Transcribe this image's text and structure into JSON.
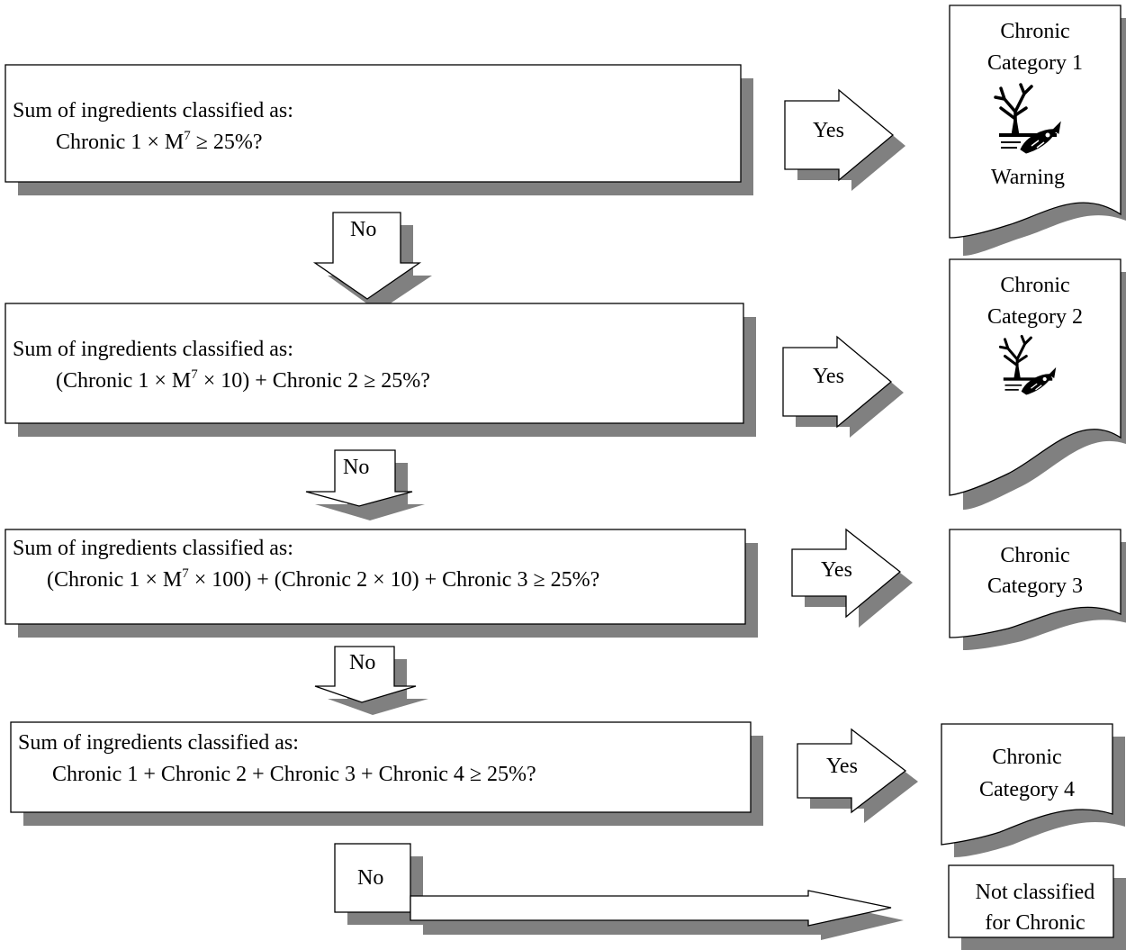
{
  "decision_steps": [
    {
      "prefix": "Sum of ingredients classified as:",
      "expr_a": "Chronic 1 × M",
      "sup": "7",
      "expr_b": " ≥ 25%?",
      "yes_label": "Yes",
      "no_label": "No"
    },
    {
      "prefix": "Sum of ingredients classified as:",
      "expr_a": "(Chronic 1 × M",
      "sup": "7",
      "expr_b": " × 10) + Chronic 2 ≥ 25%?",
      "yes_label": "Yes",
      "no_label": "No"
    },
    {
      "prefix": "Sum of ingredients classified as:",
      "expr_a": "(Chronic 1 × M",
      "sup": "7",
      "expr_b": " × 100) + (Chronic 2 × 10) + Chronic 3 ≥ 25%?",
      "yes_label": "Yes",
      "no_label": "No"
    },
    {
      "prefix": "Sum of ingredients classified as:",
      "expr": "Chronic 1 + Chronic 2 + Chronic 3 + Chronic 4 ≥ 25%?",
      "yes_label": "Yes",
      "no_label": "No"
    }
  ],
  "outcomes": [
    {
      "line1": "Chronic",
      "line2": "Category 1",
      "signal_word": "Warning",
      "pictogram": "environment-pictogram"
    },
    {
      "line1": "Chronic",
      "line2": "Category 2",
      "pictogram": "environment-pictogram"
    },
    {
      "line1": "Chronic",
      "line2": "Category 3"
    },
    {
      "line1": "Chronic",
      "line2": "Category 4"
    },
    {
      "line1": "Not classified",
      "line2": "for Chronic"
    }
  ]
}
